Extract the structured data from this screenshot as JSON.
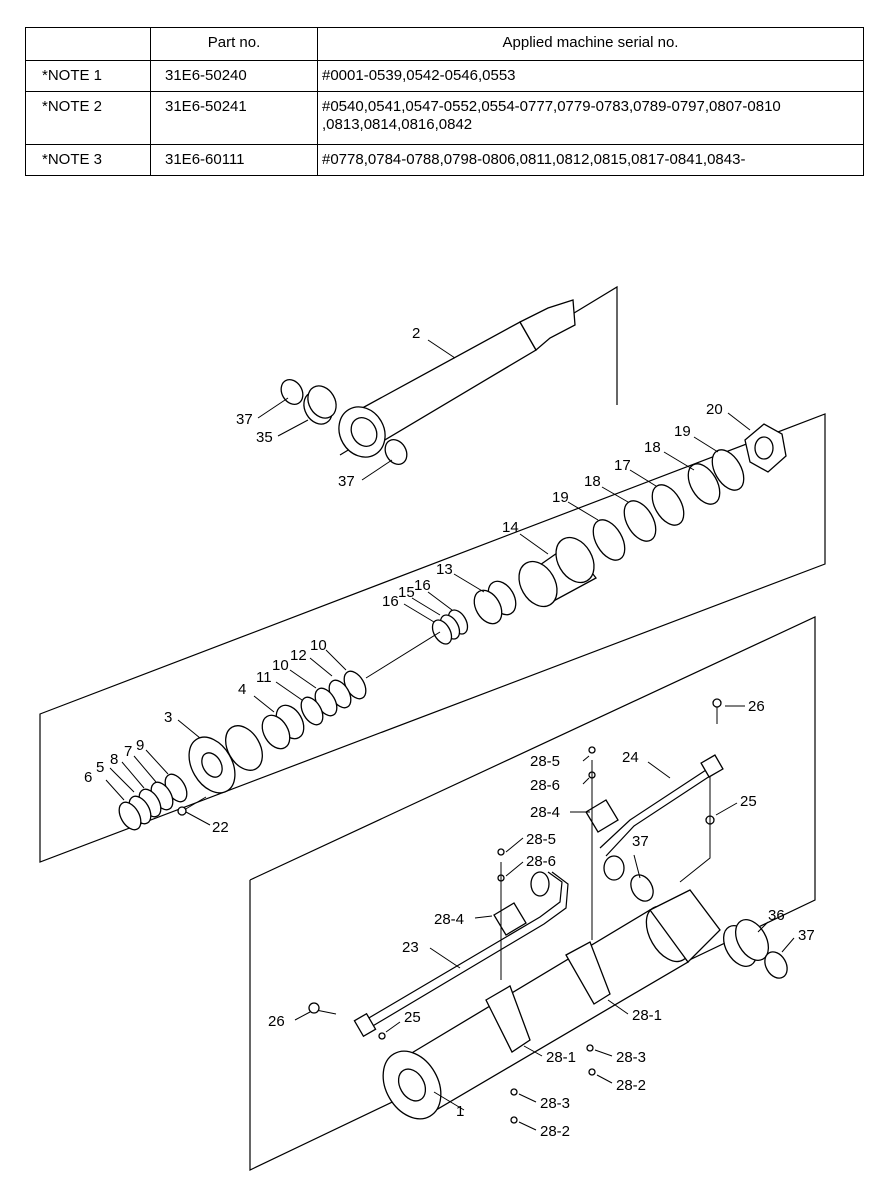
{
  "table": {
    "headers": [
      "",
      "Part no.",
      "Applied machine serial no."
    ],
    "rows": [
      {
        "note": "*NOTE 1",
        "part_no": "31E6-50240",
        "serial_lines": [
          "#0001-0539,0542-0546,0553"
        ]
      },
      {
        "note": "*NOTE 2",
        "part_no": "31E6-50241",
        "serial_lines": [
          "#0540,0541,0547-0552,0554-0777,0779-0783,0789-0797,0807-0810",
          ",0813,0814,0816,0842"
        ]
      },
      {
        "note": "*NOTE 3",
        "part_no": "31E6-60111",
        "serial_lines": [
          "#0778,0784-0788,0798-0806,0811,0812,0815,0817-0841,0843-"
        ]
      }
    ]
  },
  "callouts": [
    "2",
    "37",
    "35",
    "37",
    "20",
    "19",
    "18",
    "17",
    "18",
    "19",
    "14",
    "13",
    "16",
    "15",
    "16",
    "4",
    "11",
    "10",
    "12",
    "10",
    "3",
    "5",
    "8",
    "7",
    "9",
    "6",
    "22",
    "26",
    "24",
    "25",
    "28-5",
    "28-6",
    "28-4",
    "37",
    "28-5",
    "28-6",
    "28-4",
    "36",
    "37",
    "23",
    "26",
    "25",
    "28-1",
    "28-3",
    "28-2",
    "28-1",
    "28-3",
    "28-2",
    "1"
  ]
}
